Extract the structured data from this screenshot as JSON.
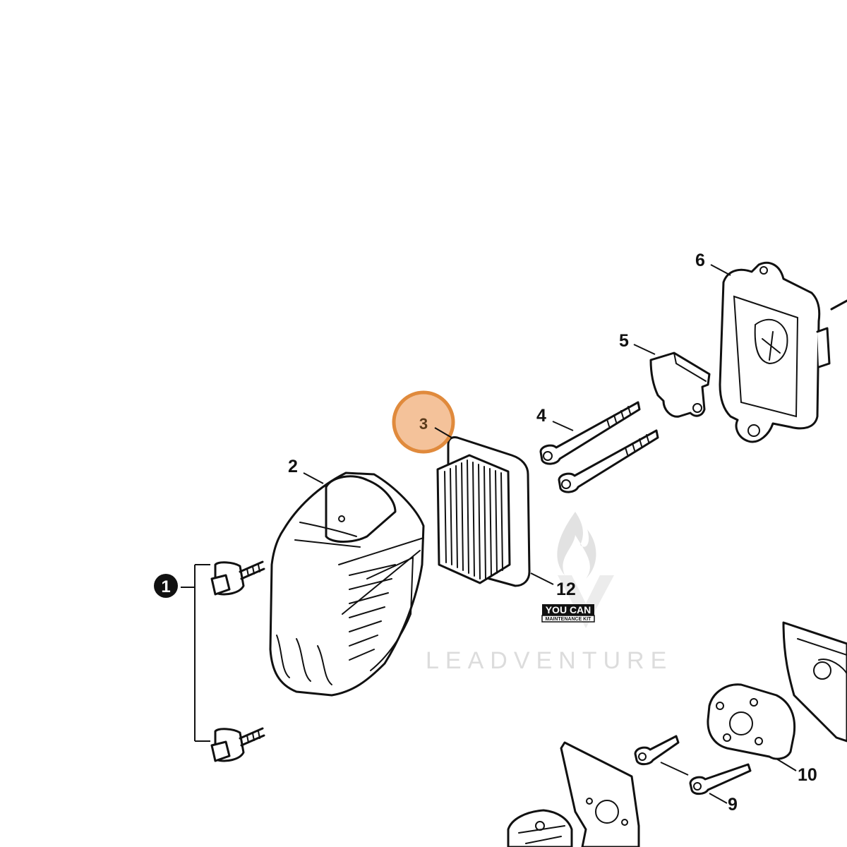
{
  "diagram": {
    "callouts": [
      {
        "id": "1",
        "label": "1",
        "highlighted": false,
        "style": "inverted"
      },
      {
        "id": "2",
        "label": "2",
        "highlighted": false
      },
      {
        "id": "3",
        "label": "3",
        "highlighted": true
      },
      {
        "id": "4",
        "label": "4",
        "highlighted": false
      },
      {
        "id": "5",
        "label": "5",
        "highlighted": false
      },
      {
        "id": "6",
        "label": "6",
        "highlighted": false
      },
      {
        "id": "9",
        "label": "9",
        "highlighted": false
      },
      {
        "id": "10",
        "label": "10",
        "highlighted": false
      },
      {
        "id": "12",
        "label": "12",
        "highlighted": false
      }
    ],
    "kit_badge": {
      "top": "YOU CAN",
      "bottom": "MAINTENANCE KIT"
    },
    "watermark": "LEADVENTURE",
    "colors": {
      "highlight_fill": "#f4c29a",
      "highlight_stroke": "#e08a3c",
      "line": "#111111",
      "watermark": "#dcdcdc"
    }
  }
}
